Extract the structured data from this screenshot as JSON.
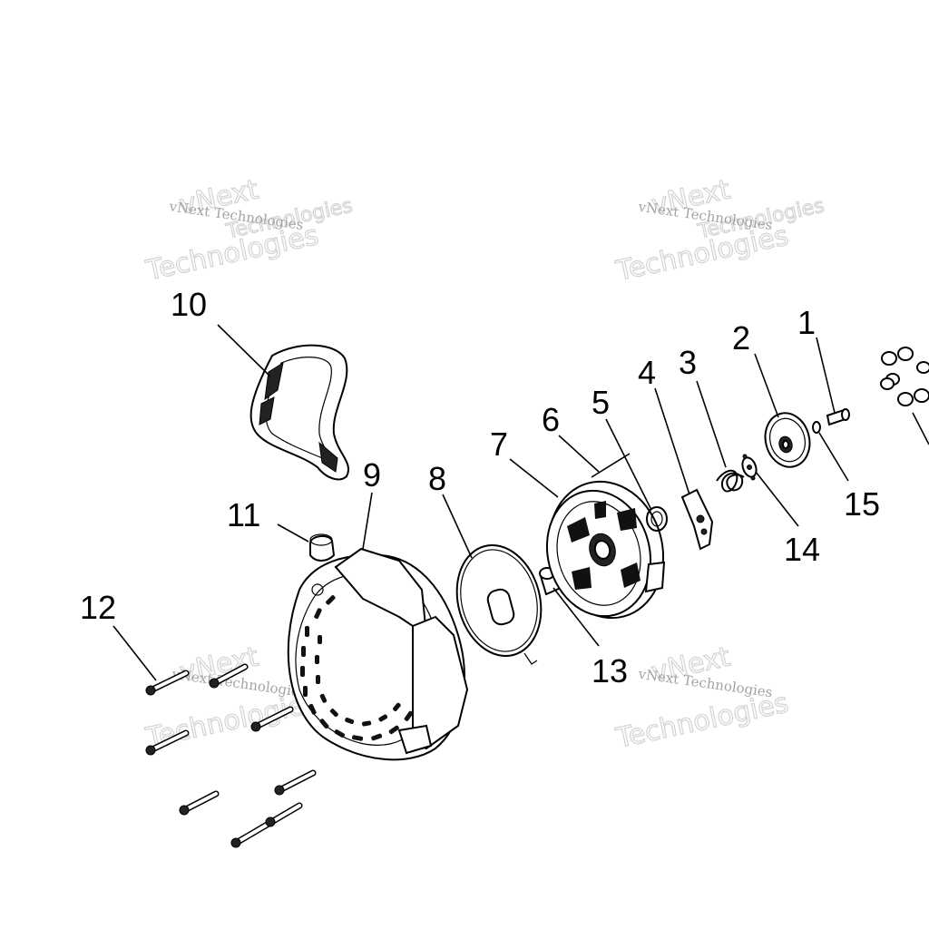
{
  "callouts": [
    "1",
    "2",
    "3",
    "4",
    "5",
    "6",
    "7",
    "8",
    "9",
    "10",
    "11",
    "12",
    "13",
    "14",
    "15"
  ],
  "watermark": {
    "line1": "vNext Technologies",
    "line2": "vNext",
    "line3": "Technologies"
  }
}
